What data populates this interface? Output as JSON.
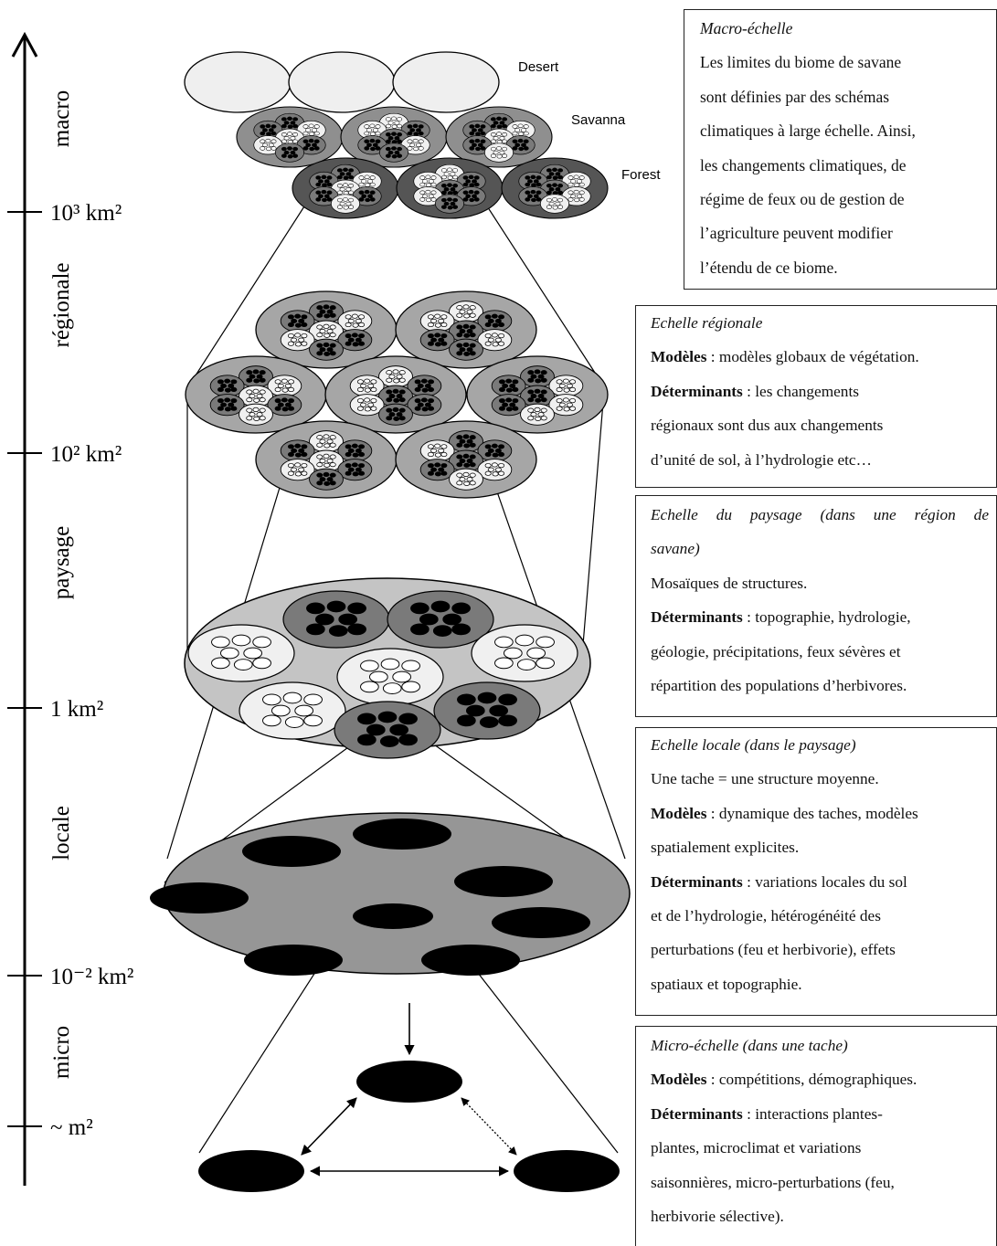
{
  "axis": {
    "scale_labels": [
      "macro",
      "régionale",
      "paysage",
      "locale",
      "micro"
    ],
    "ticks": [
      "10³ km²",
      "10² km²",
      "1 km²",
      "10⁻² km²",
      "~ m²"
    ]
  },
  "macro_labels": [
    "Desert",
    "Savanna",
    "Forest"
  ],
  "boxes": {
    "macro": {
      "title": "Macro-échelle",
      "lines": [
        "Les limites du biome de savane",
        "sont définies par des schémas",
        "climatiques à large échelle. Ainsi,",
        "les changements climatiques, de",
        "régime de feux ou de gestion de",
        "l’agriculture peuvent modifier",
        "l’étendu de ce biome."
      ]
    },
    "regional": {
      "title": "Echelle régionale",
      "models_term": "Modèles",
      "models_text": " : modèles globaux de végétation.",
      "det_term": "Déterminants",
      "det_text": " : les changements",
      "lines": [
        "régionaux sont dus aux changements",
        "d’unité de sol, à l’hydrologie etc…"
      ]
    },
    "landscape": {
      "title": "Echelle du paysage (dans une région de",
      "title2": "savane)",
      "line1": "Mosaïques de structures.",
      "det_term": "Déterminants",
      "det_text": " : topographie, hydrologie,",
      "lines": [
        "géologie, précipitations, feux sévères et",
        "répartition des populations d’herbivores."
      ]
    },
    "local": {
      "title": "Echelle locale (dans le paysage)",
      "line1": "Une tache = une structure moyenne.",
      "models_term": "Modèles",
      "models_text": " : dynamique des taches, modèles",
      "models_line2": "spatialement explicites.",
      "det_term": "Déterminants",
      "det_text": " : variations locales du sol",
      "lines": [
        "et de l’hydrologie, hétérogénéité des",
        "perturbations (feu et herbivorie), effets",
        "spatiaux et topographie."
      ]
    },
    "micro": {
      "title": "Micro-échelle (dans une tache)",
      "models_term": "Modèles",
      "models_text": " : compétitions, démographiques.",
      "det_term": "Déterminants",
      "det_text": " : interactions plantes-",
      "lines": [
        "plantes, microclimat et variations",
        "saisonnières, micro-perturbations (feu,",
        "herbivorie sélective)."
      ]
    }
  }
}
